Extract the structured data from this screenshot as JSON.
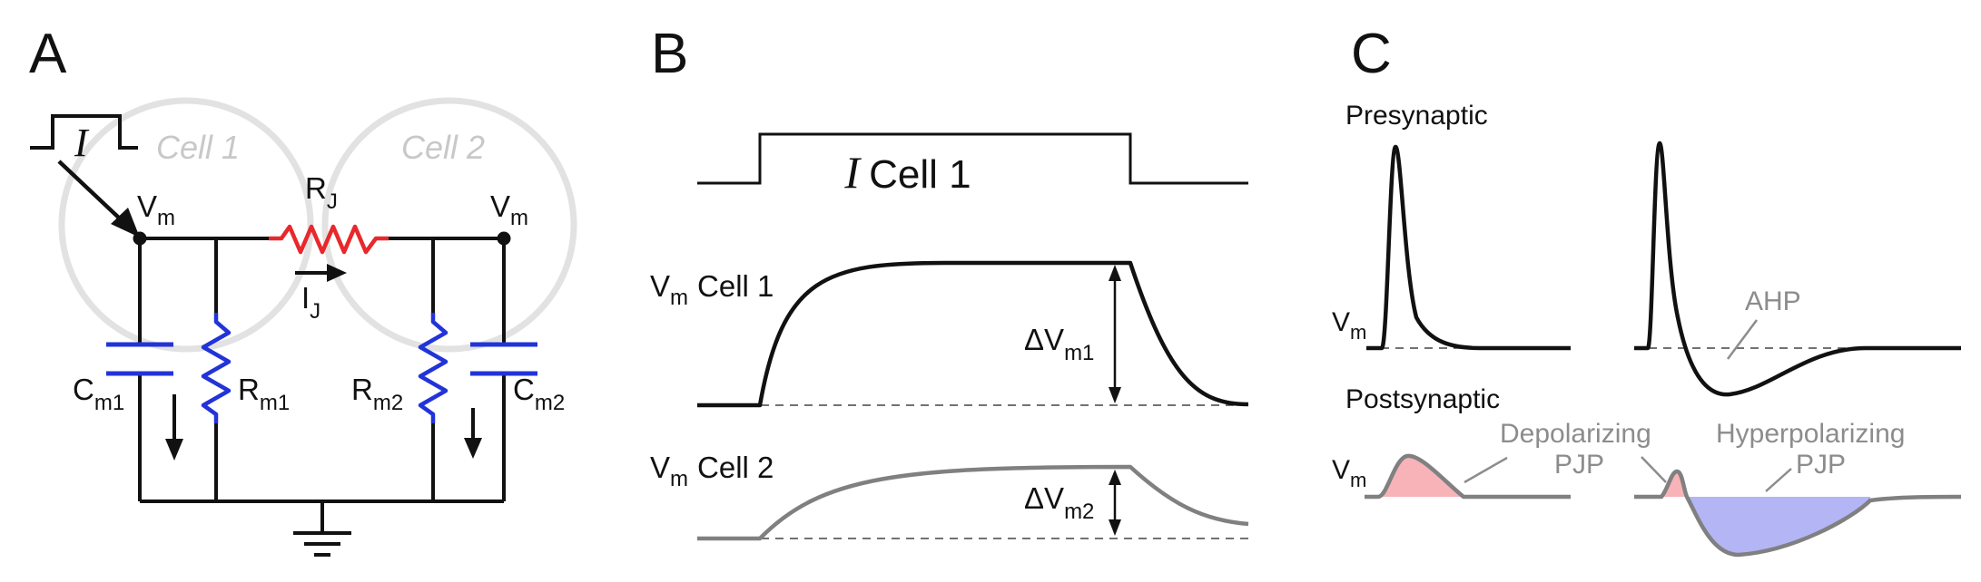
{
  "panels": {
    "a": "A",
    "b": "B",
    "c": "C"
  },
  "panel_a": {
    "current_symbol": "I",
    "cell1": "Cell 1",
    "cell2": "Cell 2",
    "vm_base": "V",
    "vm_sub": "m",
    "rj_base": "R",
    "rj_sub": "J",
    "ij_base": "I",
    "ij_sub": "J",
    "cm1_base": "C",
    "cm1_sub": "m1",
    "rm1_base": "R",
    "rm1_sub": "m1",
    "rm2_base": "R",
    "rm2_sub": "m2",
    "cm2_base": "C",
    "cm2_sub": "m2"
  },
  "panel_b": {
    "current_symbol": "I",
    "current_cell": "Cell 1",
    "vm_base": "V",
    "vm_sub": "m",
    "cell1": "Cell 1",
    "cell2": "Cell 2",
    "delta1_base": "ΔV",
    "delta1_sub": "m1",
    "delta2_base": "ΔV",
    "delta2_sub": "m2"
  },
  "panel_c": {
    "presynaptic": "Presynaptic",
    "postsynaptic": "Postsynaptic",
    "vm_base": "V",
    "vm_sub": "m",
    "ahp": "AHP",
    "depol_line1": "Depolarizing",
    "depol_line2": "PJP",
    "hyper_line1": "Hyperpolarizing",
    "hyper_line2": "PJP"
  },
  "colors": {
    "black": "#111111",
    "gray_outline": "#e2e2e2",
    "gray_trace": "#808080",
    "label_gray": "#8c8c8c",
    "junction_red": "#e8282c",
    "membrane_blue": "#2233d8",
    "depol_fill": "#f7b3b8",
    "hyper_fill": "#b3b5f5"
  }
}
